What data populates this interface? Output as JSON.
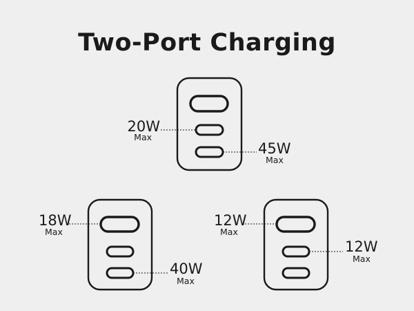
{
  "title": "Two-Port Charging",
  "colors": {
    "background": "#efefef",
    "ink": "#1a1a1a"
  },
  "chargers": [
    {
      "name": "top",
      "ports": [
        "usb-a",
        "usb-c",
        "usb-c"
      ],
      "labels": [
        {
          "watt": "20W",
          "max": "Max",
          "port": 2
        },
        {
          "watt": "45W",
          "max": "Max",
          "port": 3
        }
      ]
    },
    {
      "name": "bottom-left",
      "ports": [
        "usb-a",
        "usb-c",
        "usb-c"
      ],
      "labels": [
        {
          "watt": "18W",
          "max": "Max",
          "port": 1
        },
        {
          "watt": "40W",
          "max": "Max",
          "port": 3
        }
      ]
    },
    {
      "name": "bottom-right",
      "ports": [
        "usb-a",
        "usb-c",
        "usb-c"
      ],
      "labels": [
        {
          "watt": "12W",
          "max": "Max",
          "port": 1
        },
        {
          "watt": "12W",
          "max": "Max",
          "port": 2
        }
      ]
    }
  ]
}
